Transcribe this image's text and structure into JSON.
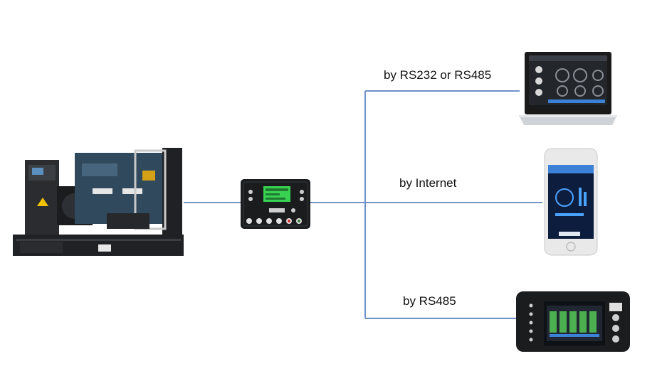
{
  "connections": [
    {
      "label": "by RS232 or RS485",
      "device": "laptop"
    },
    {
      "label": "by Internet",
      "device": "smartphone"
    },
    {
      "label": "by RS485",
      "device": "remote-display"
    }
  ],
  "colors": {
    "line": "#6f93c8",
    "panel": "#1b1c1e",
    "lcd": "#39d353",
    "accent": "#3b82d6"
  }
}
